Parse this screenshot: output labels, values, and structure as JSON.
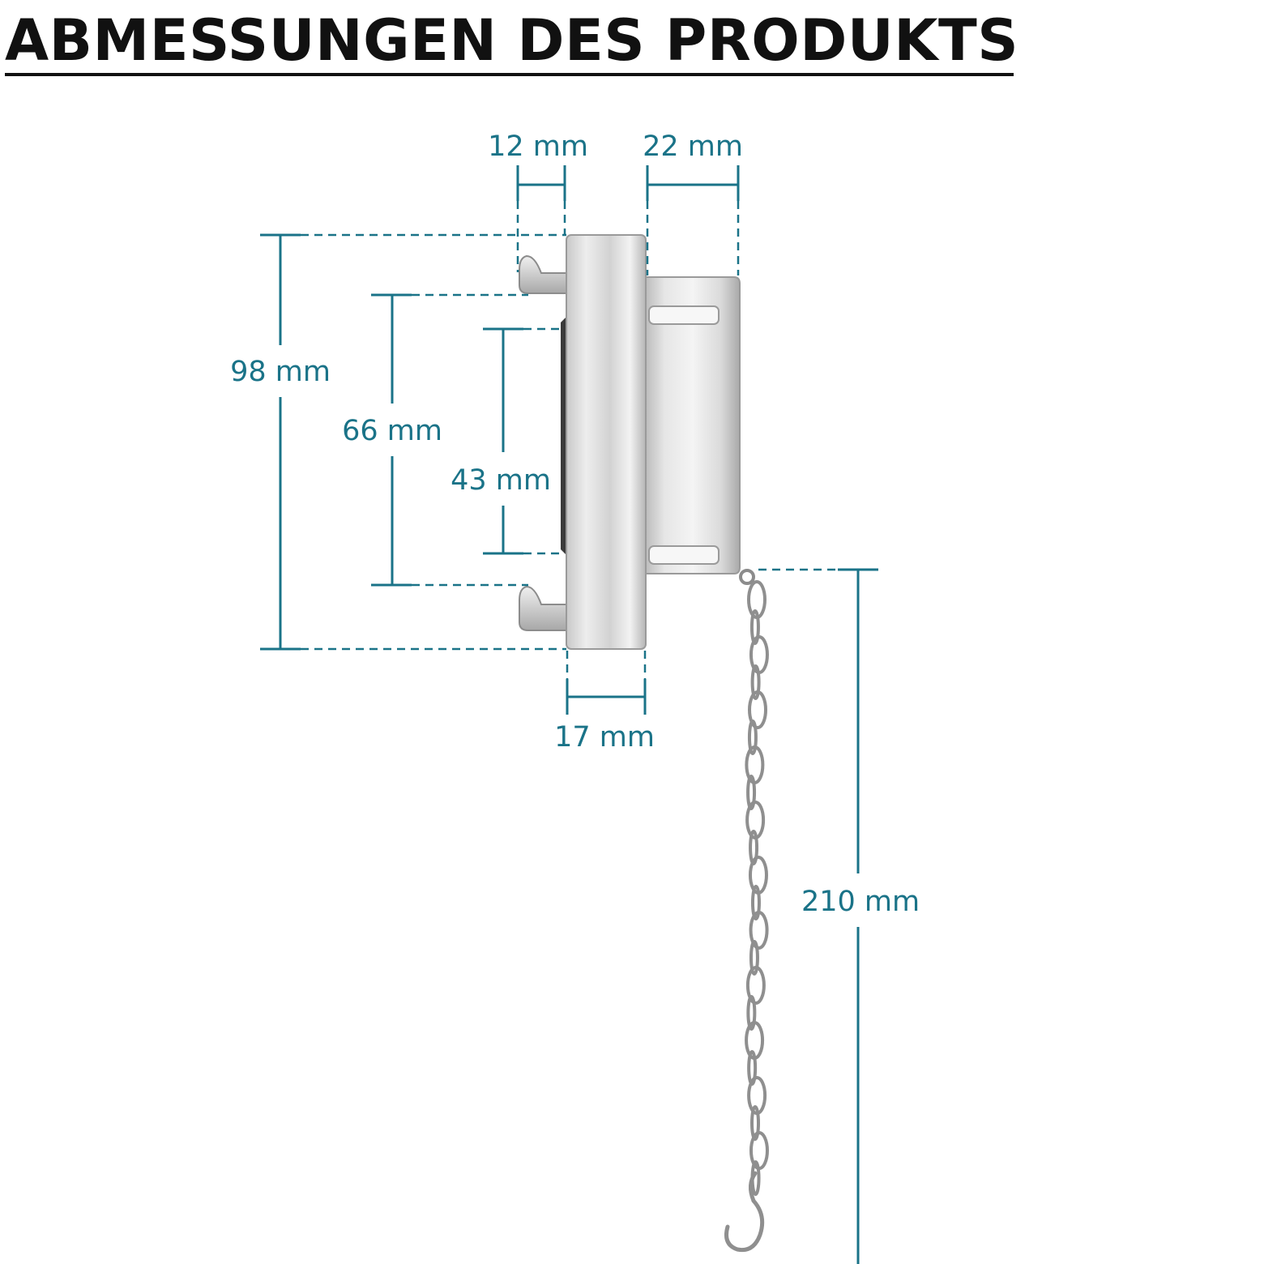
{
  "title": "ABMESSUNGEN DES PRODUKTS",
  "colors": {
    "accent": "#1a7388",
    "title": "#111111",
    "metal_light": "#e3e3e3",
    "metal_mid": "#bdbdbd",
    "metal_dark": "#8a8a8a",
    "seal": "#3a3a3a"
  },
  "dimensions": {
    "flange_height": "98 mm",
    "bore_height": "66 mm",
    "inner_height": "43 mm",
    "lug_width": "12 mm",
    "body_width": "22 mm",
    "flange_width": "17 mm",
    "chain_length": "210 mm"
  }
}
